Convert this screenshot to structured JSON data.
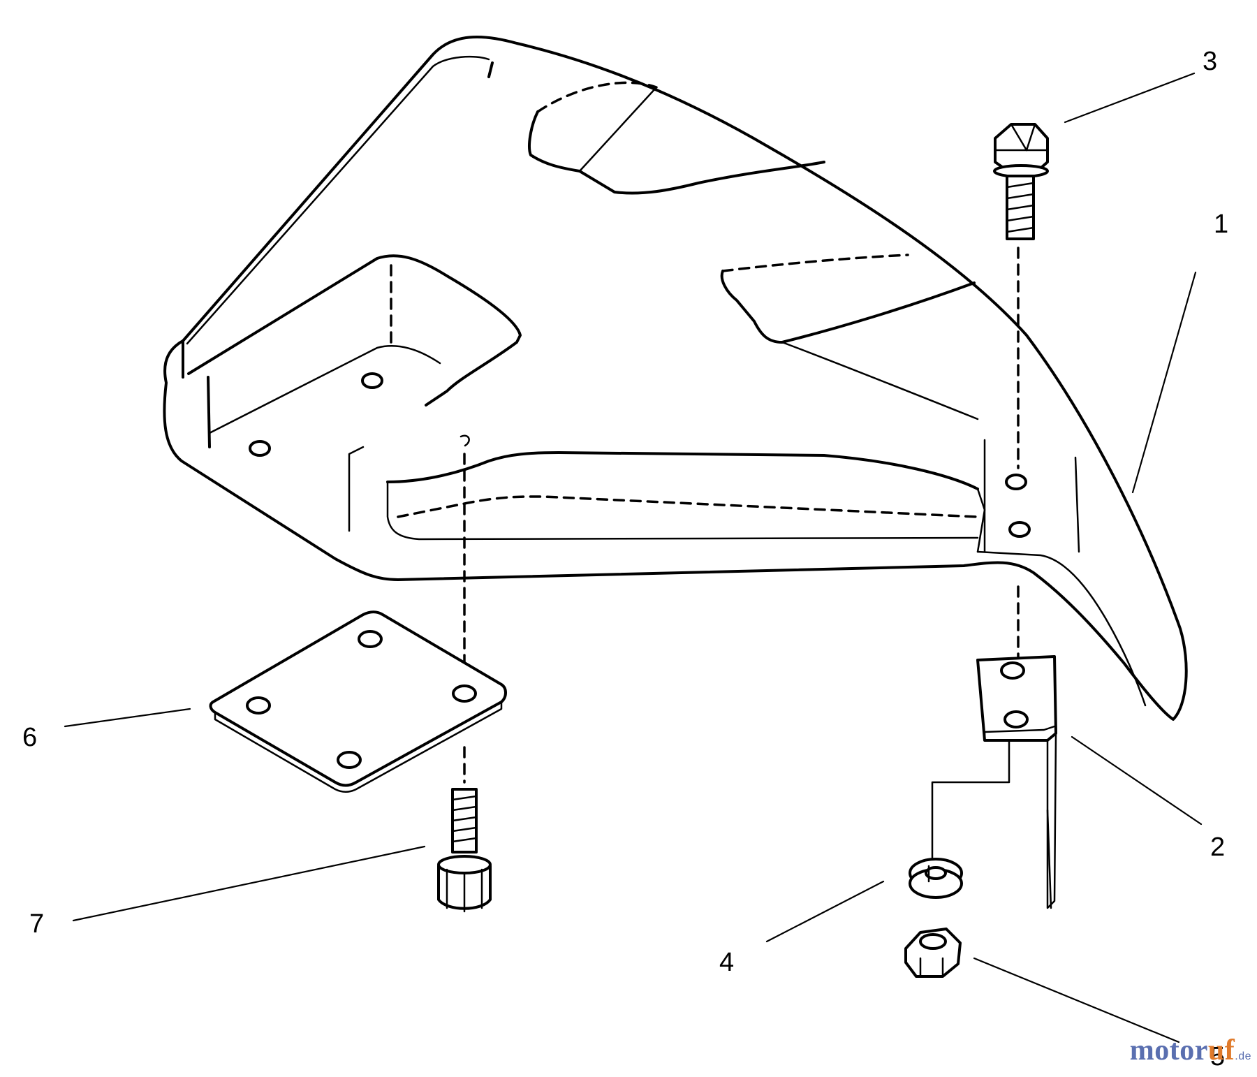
{
  "callouts": {
    "c1": "1",
    "c2": "2",
    "c3": "3",
    "c4": "4",
    "c5": "5",
    "c6": "6",
    "c7": "7"
  },
  "watermark": {
    "main": "motor",
    "accent": "uf",
    "tld": ".de"
  },
  "colors": {
    "line": "#000000",
    "background": "#ffffff",
    "watermark_blue": "#5a6fb0",
    "watermark_orange": "#e07a2a"
  }
}
